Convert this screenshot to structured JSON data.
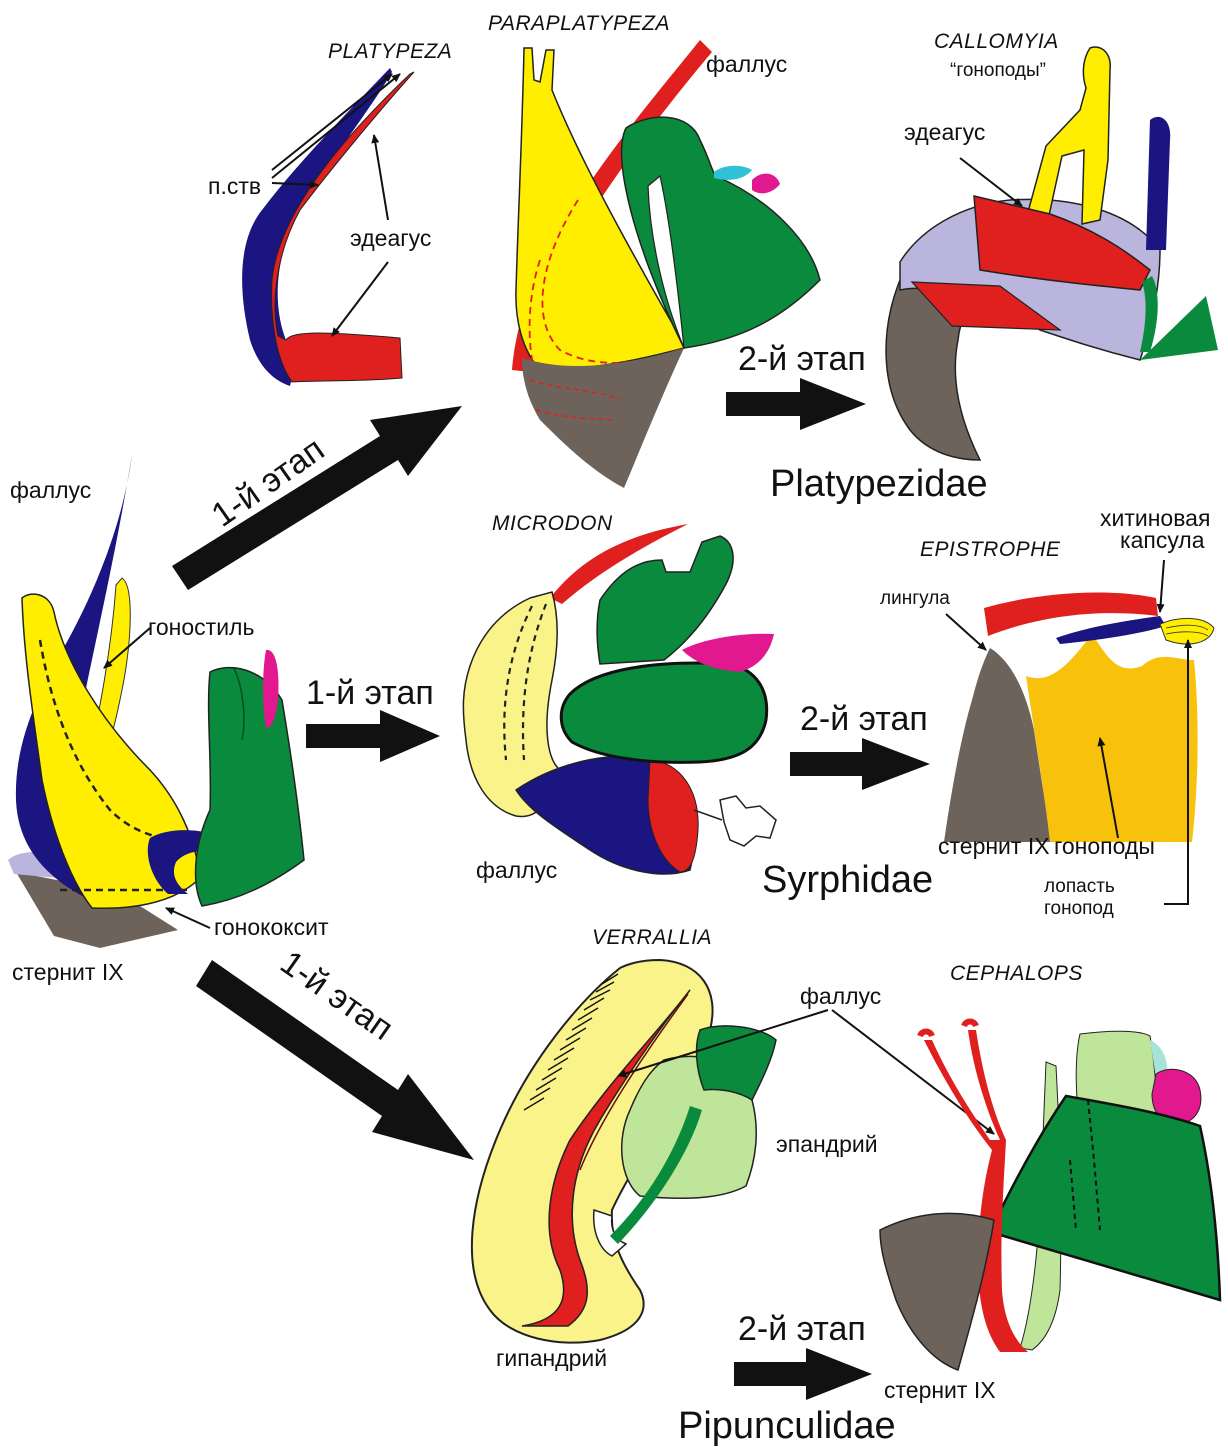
{
  "colors": {
    "yellow": "#ffee00",
    "pale_yellow": "#faf38a",
    "navy": "#1a1580",
    "red": "#e01f1f",
    "green": "#0a8a3c",
    "light_green": "#bfe59a",
    "lavender": "#b9b5dc",
    "brown": "#6e635b",
    "orange": "#f8c10c",
    "magenta": "#e2188f",
    "cyan": "#2fc1d6",
    "arrow": "#111111"
  },
  "ancestor": {
    "phallus": "фаллус",
    "gonostyle": "гоностиль",
    "gonocoxite": "гонококсит",
    "sternite": "стернит IX"
  },
  "stages": {
    "first": "1-й этап",
    "second": "2-й этап"
  },
  "platypeza": {
    "genus": "PLATYPEZA",
    "pstv": "п.ств",
    "aedeagus": "эдеагус"
  },
  "paraplatypeza": {
    "genus": "PARAPLATYPEZA",
    "phallus": "фаллус"
  },
  "callomyia": {
    "genus": "CALLOMYIA",
    "gonopods": "“гоноподы”",
    "aedeagus": "эдеагус"
  },
  "family_platypezidae": "Platypezidae",
  "microdon": {
    "genus": "MICRODON",
    "phallus": "фаллус"
  },
  "family_syrphidae": "Syrphidae",
  "epistrophe": {
    "genus": "EPISTROPHE",
    "capsule_line1": "хитиновая",
    "capsule_line2": "капсула",
    "lingula": "лингула",
    "sternite": "стернит IX",
    "gonopods": "гоноподы",
    "lobe_line1": "лопасть",
    "lobe_line2": "гонопод"
  },
  "verrallia": {
    "genus": "VERRALLIA",
    "epandrium": "эпандрий",
    "hypandrium": "гипандрий"
  },
  "cephalops": {
    "genus": "CEPHALOPS",
    "phallus": "фаллус",
    "sternite": "стернит IX"
  },
  "family_pipunculidae": "Pipunculidae"
}
